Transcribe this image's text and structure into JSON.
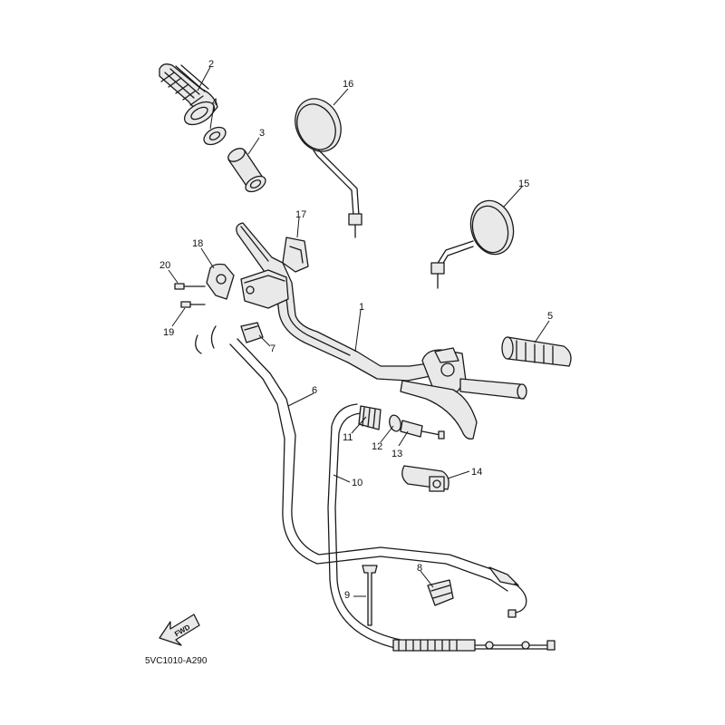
{
  "diagram_code": "5VC1010-A290",
  "fwd_label": "FWD",
  "callouts": [
    {
      "id": "c2",
      "label": "2"
    },
    {
      "id": "c4",
      "label": "4"
    },
    {
      "id": "c3",
      "label": "3"
    },
    {
      "id": "c16",
      "label": "16"
    },
    {
      "id": "c15",
      "label": "15"
    },
    {
      "id": "c17",
      "label": "17"
    },
    {
      "id": "c18",
      "label": "18"
    },
    {
      "id": "c20",
      "label": "20"
    },
    {
      "id": "c19",
      "label": "19"
    },
    {
      "id": "c1",
      "label": "1"
    },
    {
      "id": "c5",
      "label": "5"
    },
    {
      "id": "c7",
      "label": "7"
    },
    {
      "id": "c6",
      "label": "6"
    },
    {
      "id": "c11",
      "label": "11"
    },
    {
      "id": "c12",
      "label": "12"
    },
    {
      "id": "c13",
      "label": "13"
    },
    {
      "id": "c14",
      "label": "14"
    },
    {
      "id": "c10",
      "label": "10"
    },
    {
      "id": "c8",
      "label": "8"
    },
    {
      "id": "c9",
      "label": "9"
    }
  ]
}
